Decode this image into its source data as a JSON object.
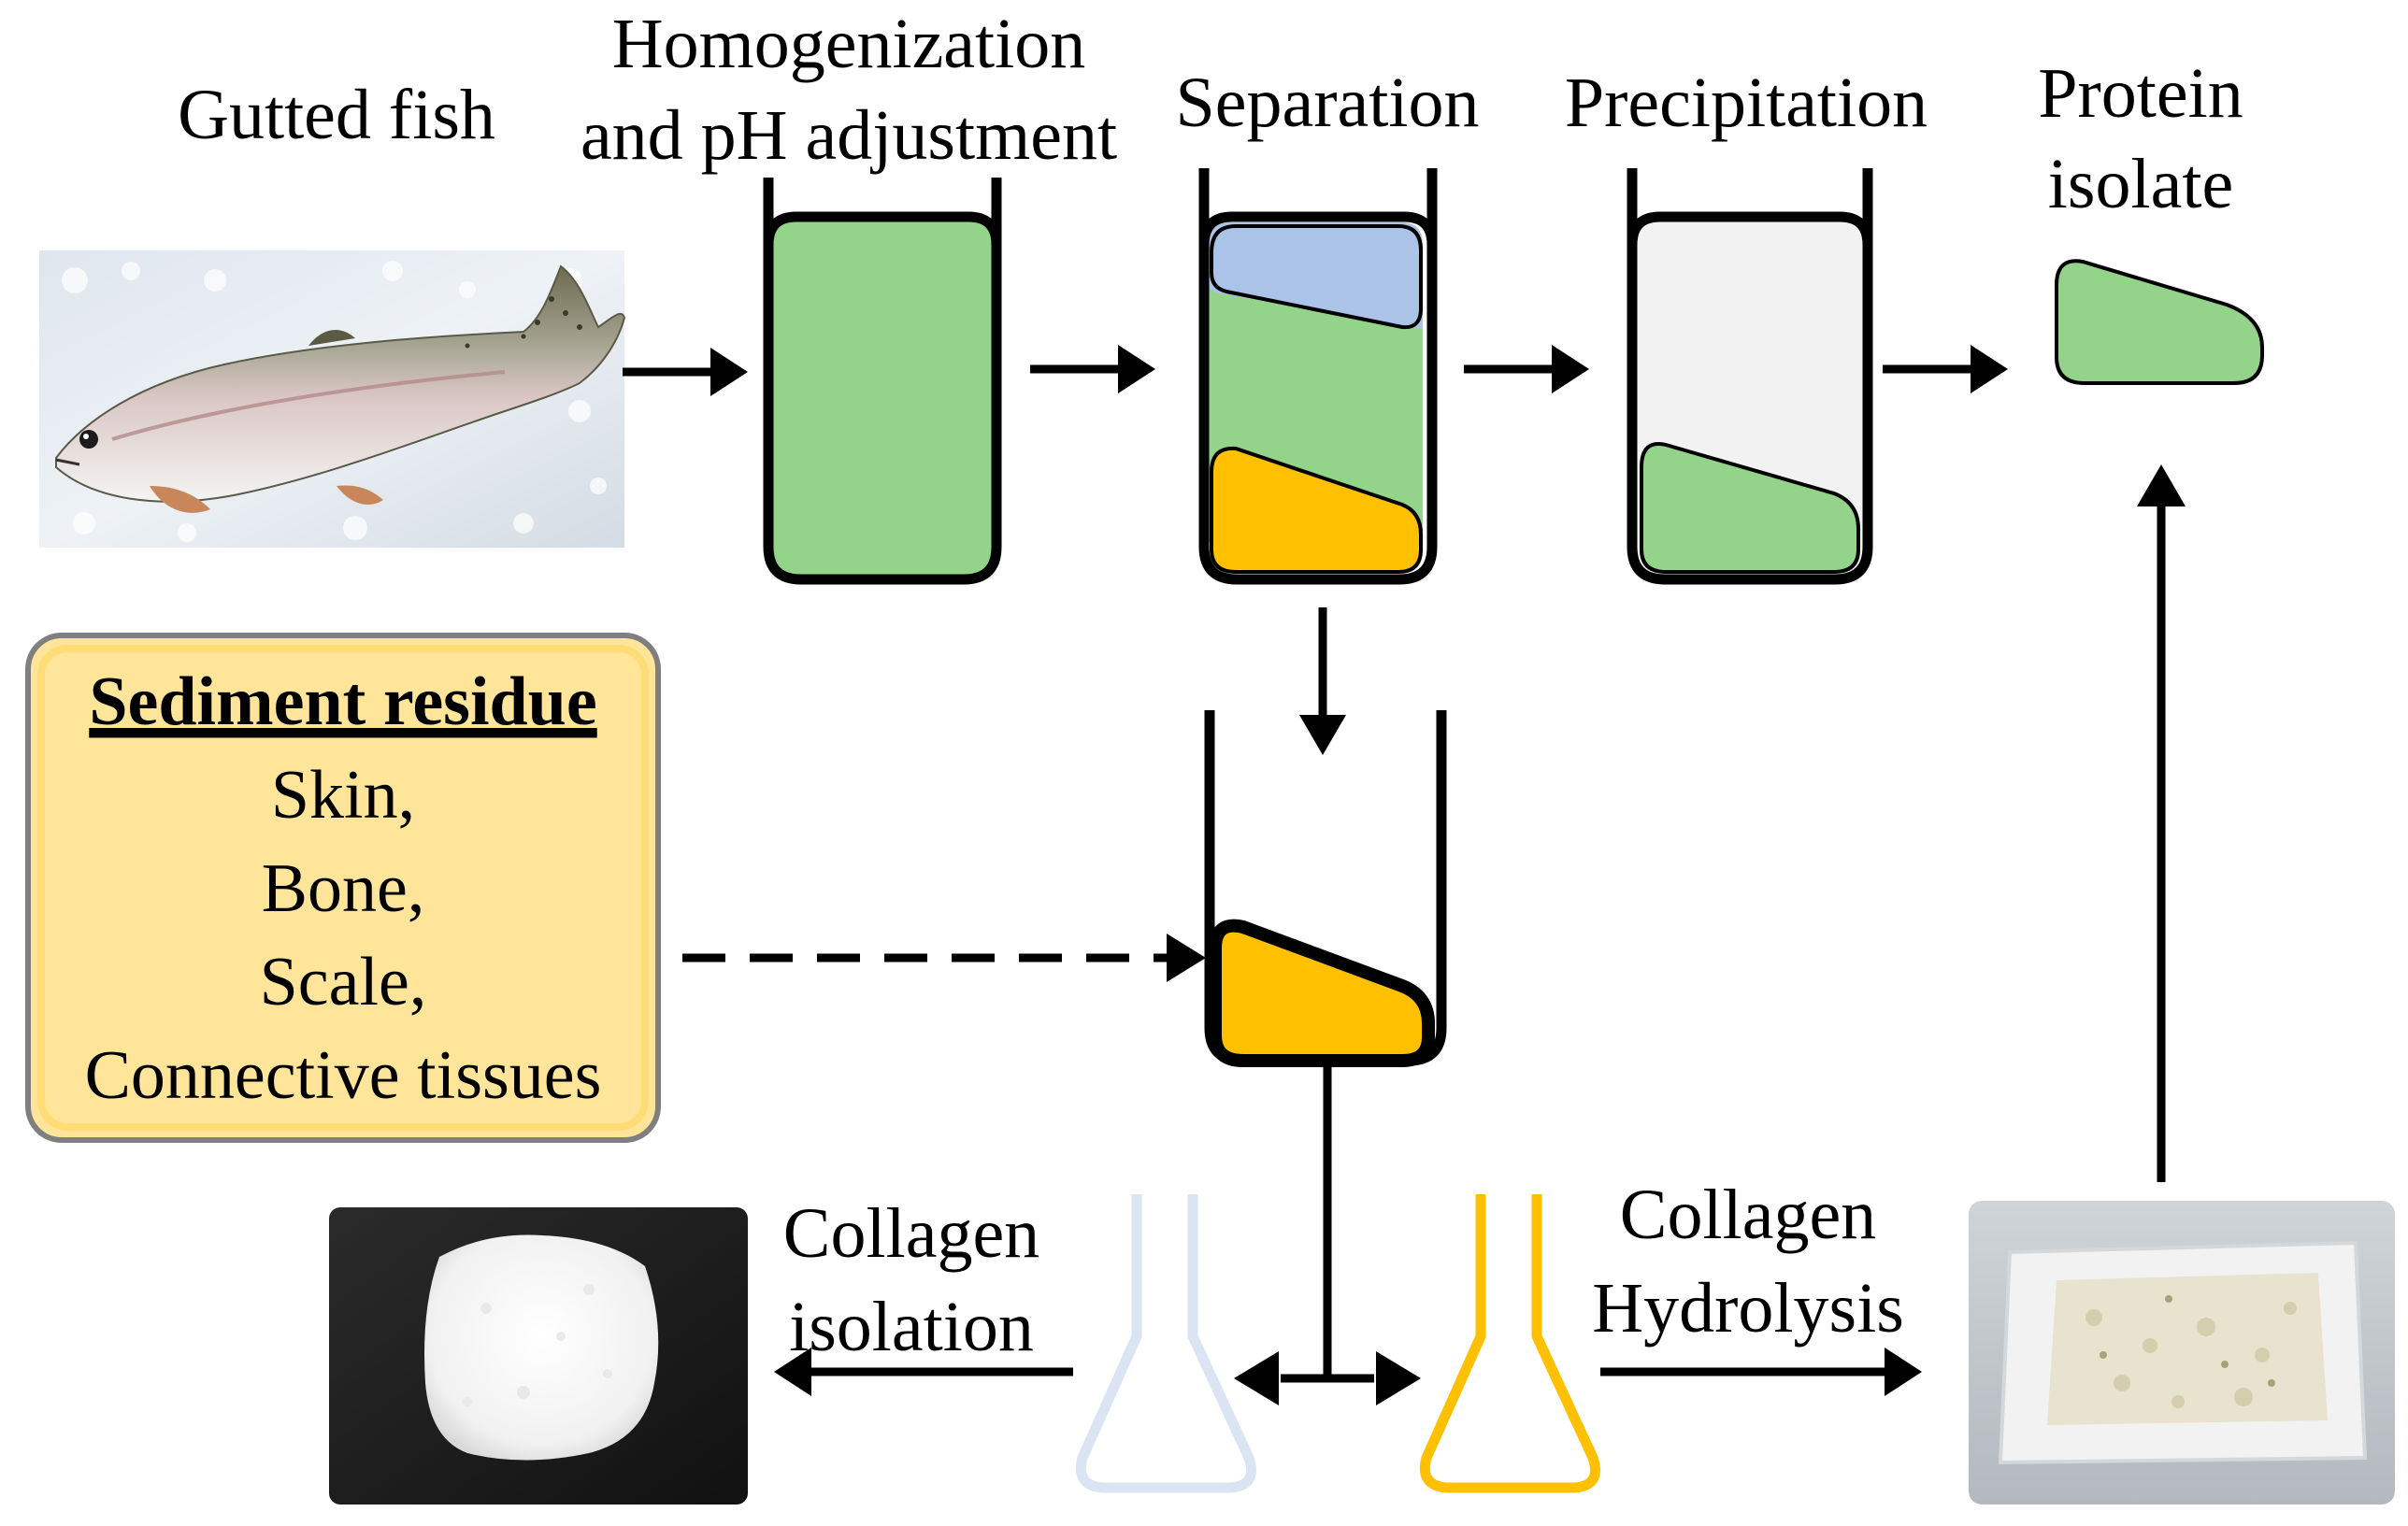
{
  "labels": {
    "gutted_fish": "Gutted fish",
    "homogenization_line1": "Homogenization",
    "homogenization_line2": "and pH adjustment",
    "separation": "Separation",
    "precipitation": "Precipitation",
    "protein_isolate_line1": "Protein",
    "protein_isolate_line2": "isolate",
    "collagen_isolation_line1": "Collagen",
    "collagen_isolation_line2": "isolation",
    "collagen_hydrolysis_line1": "Collagen",
    "collagen_hydrolysis_line2": "Hydrolysis"
  },
  "sediment_box": {
    "title": "Sediment residue",
    "items": [
      "Skin,",
      "Bone,",
      "Scale,",
      "Connective tissues"
    ]
  },
  "colors": {
    "green_phase": "#94d38a",
    "blue_phase": "#abc3e6",
    "yellow_phase": "#ffc000",
    "supernatant": "#f2f2f2",
    "sediment_box_fill": "#ffe599",
    "flask_empty": "#dbe4f3",
    "flask_yellow": "#ffc000"
  }
}
